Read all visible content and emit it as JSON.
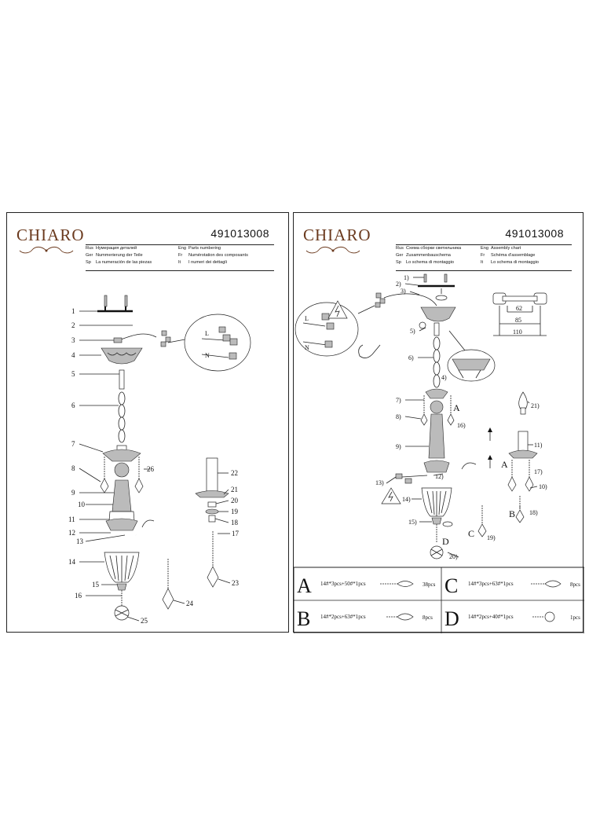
{
  "brand": "CHIARO",
  "model": "491013008",
  "left": {
    "langs": [
      {
        "code": "Rus",
        "text": "Нумерация деталей"
      },
      {
        "code": "Ger",
        "text": "Nummerierung der Teile"
      },
      {
        "code": "Sp",
        "text": "La numeración de las piezas"
      }
    ],
    "langs_right": [
      {
        "code": "Eng",
        "text": "Parts numbering"
      },
      {
        "code": "Fr",
        "text": "Numérotation des composants"
      },
      {
        "code": "It",
        "text": "I numeri dei dettagli"
      }
    ],
    "parts": [
      "1",
      "2",
      "3",
      "4",
      "5",
      "6",
      "7",
      "8",
      "9",
      "10",
      "11",
      "12",
      "13",
      "14",
      "15",
      "16",
      "17",
      "18",
      "19",
      "20",
      "21",
      "22",
      "23",
      "24",
      "25",
      "26"
    ],
    "wire_labels": [
      "L",
      "N"
    ]
  },
  "right": {
    "langs": [
      {
        "code": "Rus",
        "text": "Схема сборки светильника"
      },
      {
        "code": "Ger",
        "text": "Zusammenbauschema"
      },
      {
        "code": "Sp",
        "text": "Lo schema di montaggio"
      }
    ],
    "langs_right": [
      {
        "code": "Eng",
        "text": "Assembly chart"
      },
      {
        "code": "Fr",
        "text": "Schéma d'assemblage"
      },
      {
        "code": "It",
        "text": "Lo schema di montaggio"
      }
    ],
    "steps": [
      "1)",
      "2)",
      "3)",
      "4)",
      "5)",
      "6)",
      "7)",
      "8)",
      "9)",
      "10)",
      "11)",
      "12)",
      "13)",
      "14)",
      "15)",
      "16)",
      "17)",
      "18)",
      "19)",
      "20)",
      "21)"
    ],
    "dims": [
      "62",
      "85",
      "110"
    ],
    "wire_labels": [
      "L",
      "N"
    ],
    "letters": [
      "A",
      "A",
      "B",
      "C",
      "D"
    ],
    "table": [
      {
        "letter": "A",
        "spec": "14#*3pcs+50#*1pcs",
        "count": "38pcs"
      },
      {
        "letter": "C",
        "spec": "14#*3pcs+63#*1pcs",
        "count": "8pcs"
      },
      {
        "letter": "B",
        "spec": "14#*2pcs+63#*1pcs",
        "count": "8pcs"
      },
      {
        "letter": "D",
        "spec": "14#*2pcs+40#*1pcs",
        "count": "1pcs"
      }
    ]
  }
}
